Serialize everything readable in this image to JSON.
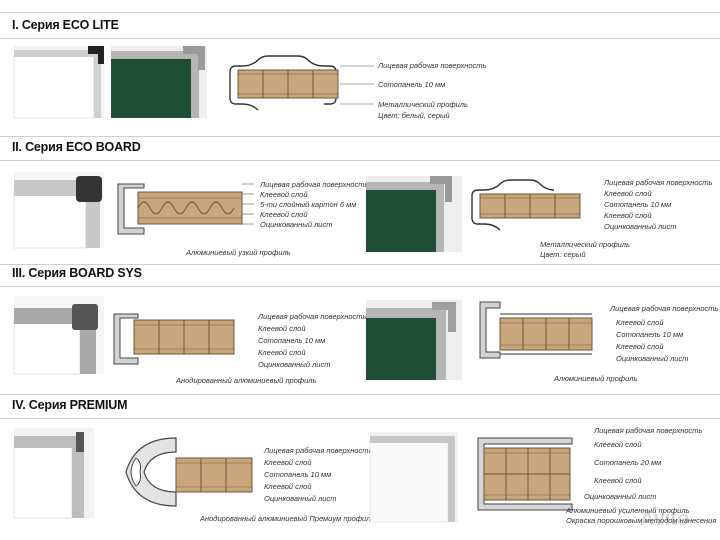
{
  "sections": [
    {
      "title": "I. Серия ECO LITE",
      "profile": {
        "labels": [
          "Лицевая рабочая поверхность",
          "Сотопанель 10 мм",
          "Металлический профиль",
          "Цвет: белый, серый"
        ]
      }
    },
    {
      "title": "II. Серия ECO BOARD",
      "left": {
        "labels": [
          "Лицевая рабочая поверхность",
          "Клеевой слой",
          "5-ти слойный картон 6 мм",
          "Клеевой слой",
          "Оцинкованный лист"
        ],
        "caption": "Алюминиевый узкий профиль"
      },
      "right": {
        "labels": [
          "Лицевая рабочая поверхность",
          "Клеевой слой",
          "Сотопанель 10 мм",
          "Клеевой слой",
          "Оцинкованный лист"
        ],
        "caption": "Металлический профиль",
        "caption2": "Цвет: серый"
      }
    },
    {
      "title": "III. Серия BOARD SYS",
      "left": {
        "labels": [
          "Лицевая рабочая поверхность",
          "Клеевой слой",
          "Сотопанель 10 мм",
          "Клеевой слой",
          "Оцинкованный лист"
        ],
        "caption": "Анодированный алюминиевый профиль"
      },
      "right": {
        "labels": [
          "Лицевая рабочая поверхность",
          "Клеевой слой",
          "Сотопанель 10 мм",
          "Клеевой слой",
          "Оцинкованный лист"
        ],
        "caption": "Алюминиевый профиль"
      }
    },
    {
      "title": "IV. Серия PREMIUM",
      "left": {
        "labels": [
          "Лицевая рабочая поверхность",
          "Клеевой слой",
          "Сотопанель 10 мм",
          "Клеевой слой",
          "Оцинкованный лист"
        ],
        "caption": "Анодированный алюминиевый Премиум профиль"
      },
      "right": {
        "labels": [
          "Лицевая рабочая поверхность",
          "Клеевой слой",
          "Сотопанель 20 мм",
          "Клеевой слой",
          "Оцинкованный лист"
        ],
        "caption": "Алюминиевый усиленный профиль",
        "caption2": "Окраска порошковым методом нанесения"
      }
    }
  ],
  "watermark": "Avito",
  "colors": {
    "honeycomb": "#c9a77c",
    "honeycomb_line": "#6e5438",
    "green_board": "#1f4d35",
    "frame": "#b8b8b8",
    "corner": "#444444"
  }
}
